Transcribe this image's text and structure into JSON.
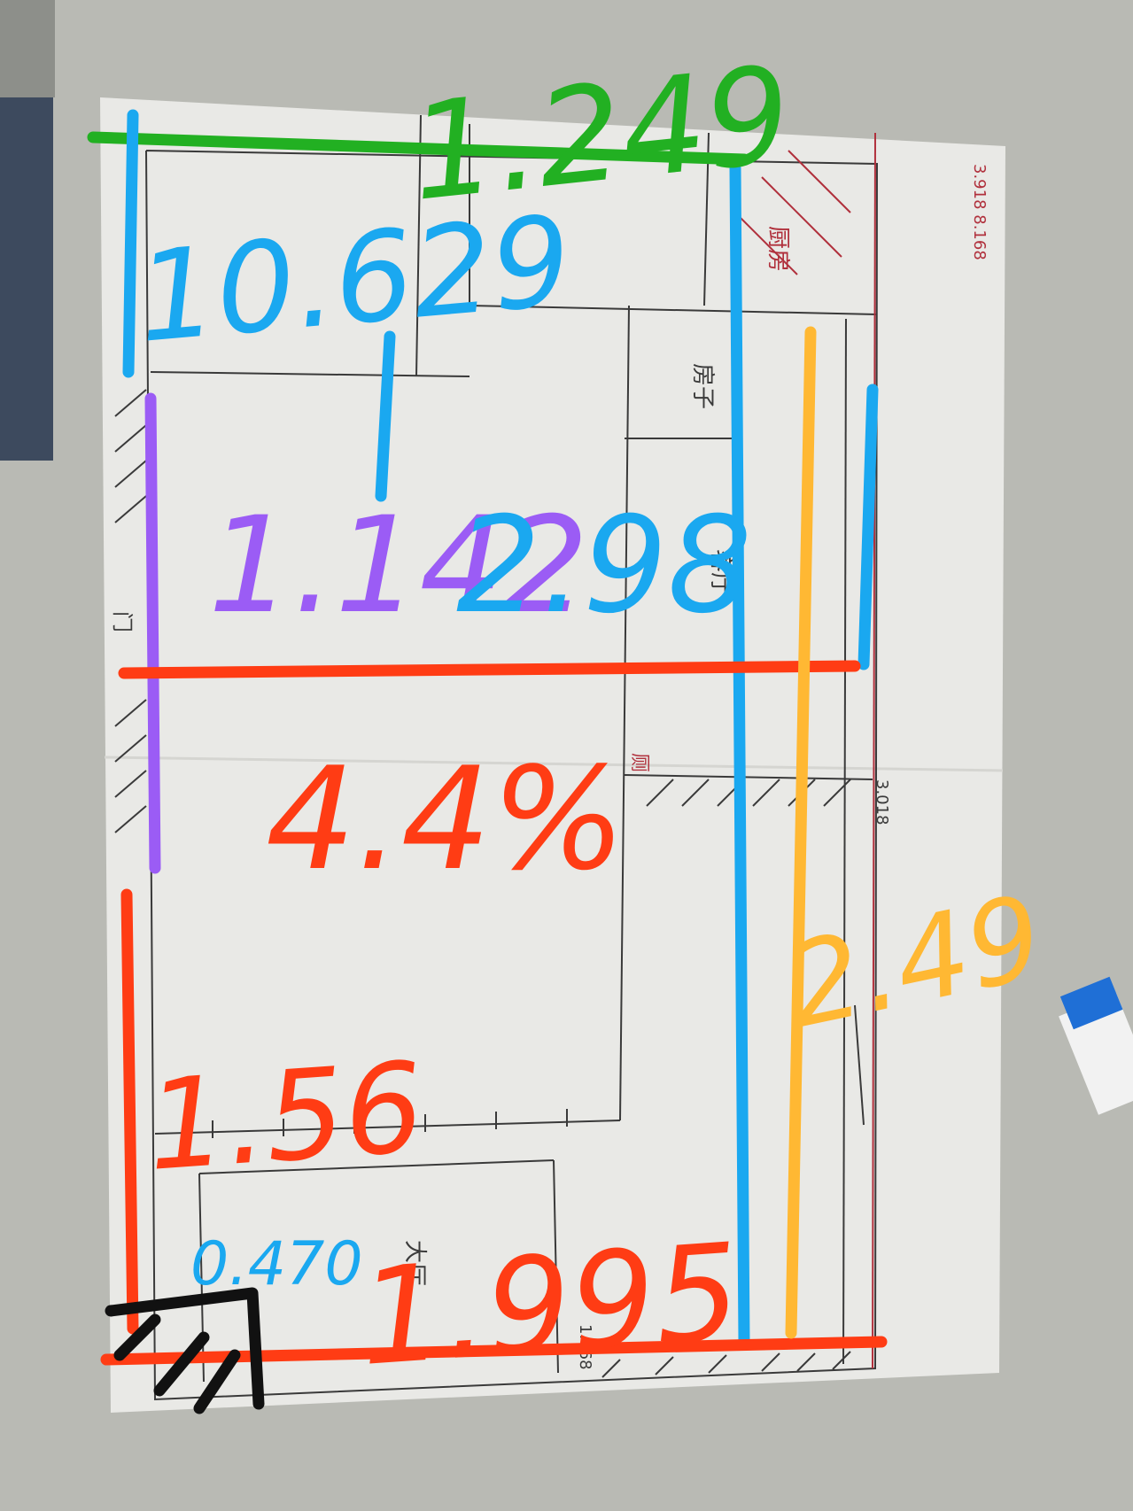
{
  "background": {
    "desk_color": "#b9bab4",
    "paper_color": "#e9e9e6",
    "ink_color": "#3a3a3a",
    "red_ink": "#b0303c"
  },
  "handwriting": {
    "green": {
      "text": "1.249",
      "color": "#22b022"
    },
    "blue_top": {
      "text": "10.629",
      "color": "#1aa8f0"
    },
    "purple": {
      "text": "1.142",
      "color": "#9b5cf5"
    },
    "blue_mid": {
      "text": "2.98",
      "color": "#1aa8f0"
    },
    "red_mid": {
      "text": "4.4%",
      "color": "#ff3c14"
    },
    "red_left": {
      "text": "1.56",
      "color": "#ff3c14"
    },
    "blue_small": {
      "text": "0.470",
      "color": "#1aa8f0"
    },
    "red_bottom": {
      "text": "1.995",
      "color": "#ff3c14"
    },
    "orange": {
      "text": "2.49",
      "color": "#ffb833"
    }
  },
  "paper_labels": {
    "dims_right_top": "3.918  8.168",
    "kitchen": "厨房",
    "bedroom": "房子",
    "living": "客厅",
    "dim_right_mid": "3.018",
    "bathroom": "厕",
    "bottom_room": "大厅",
    "bottom_dim": "1.668",
    "door": "门"
  }
}
